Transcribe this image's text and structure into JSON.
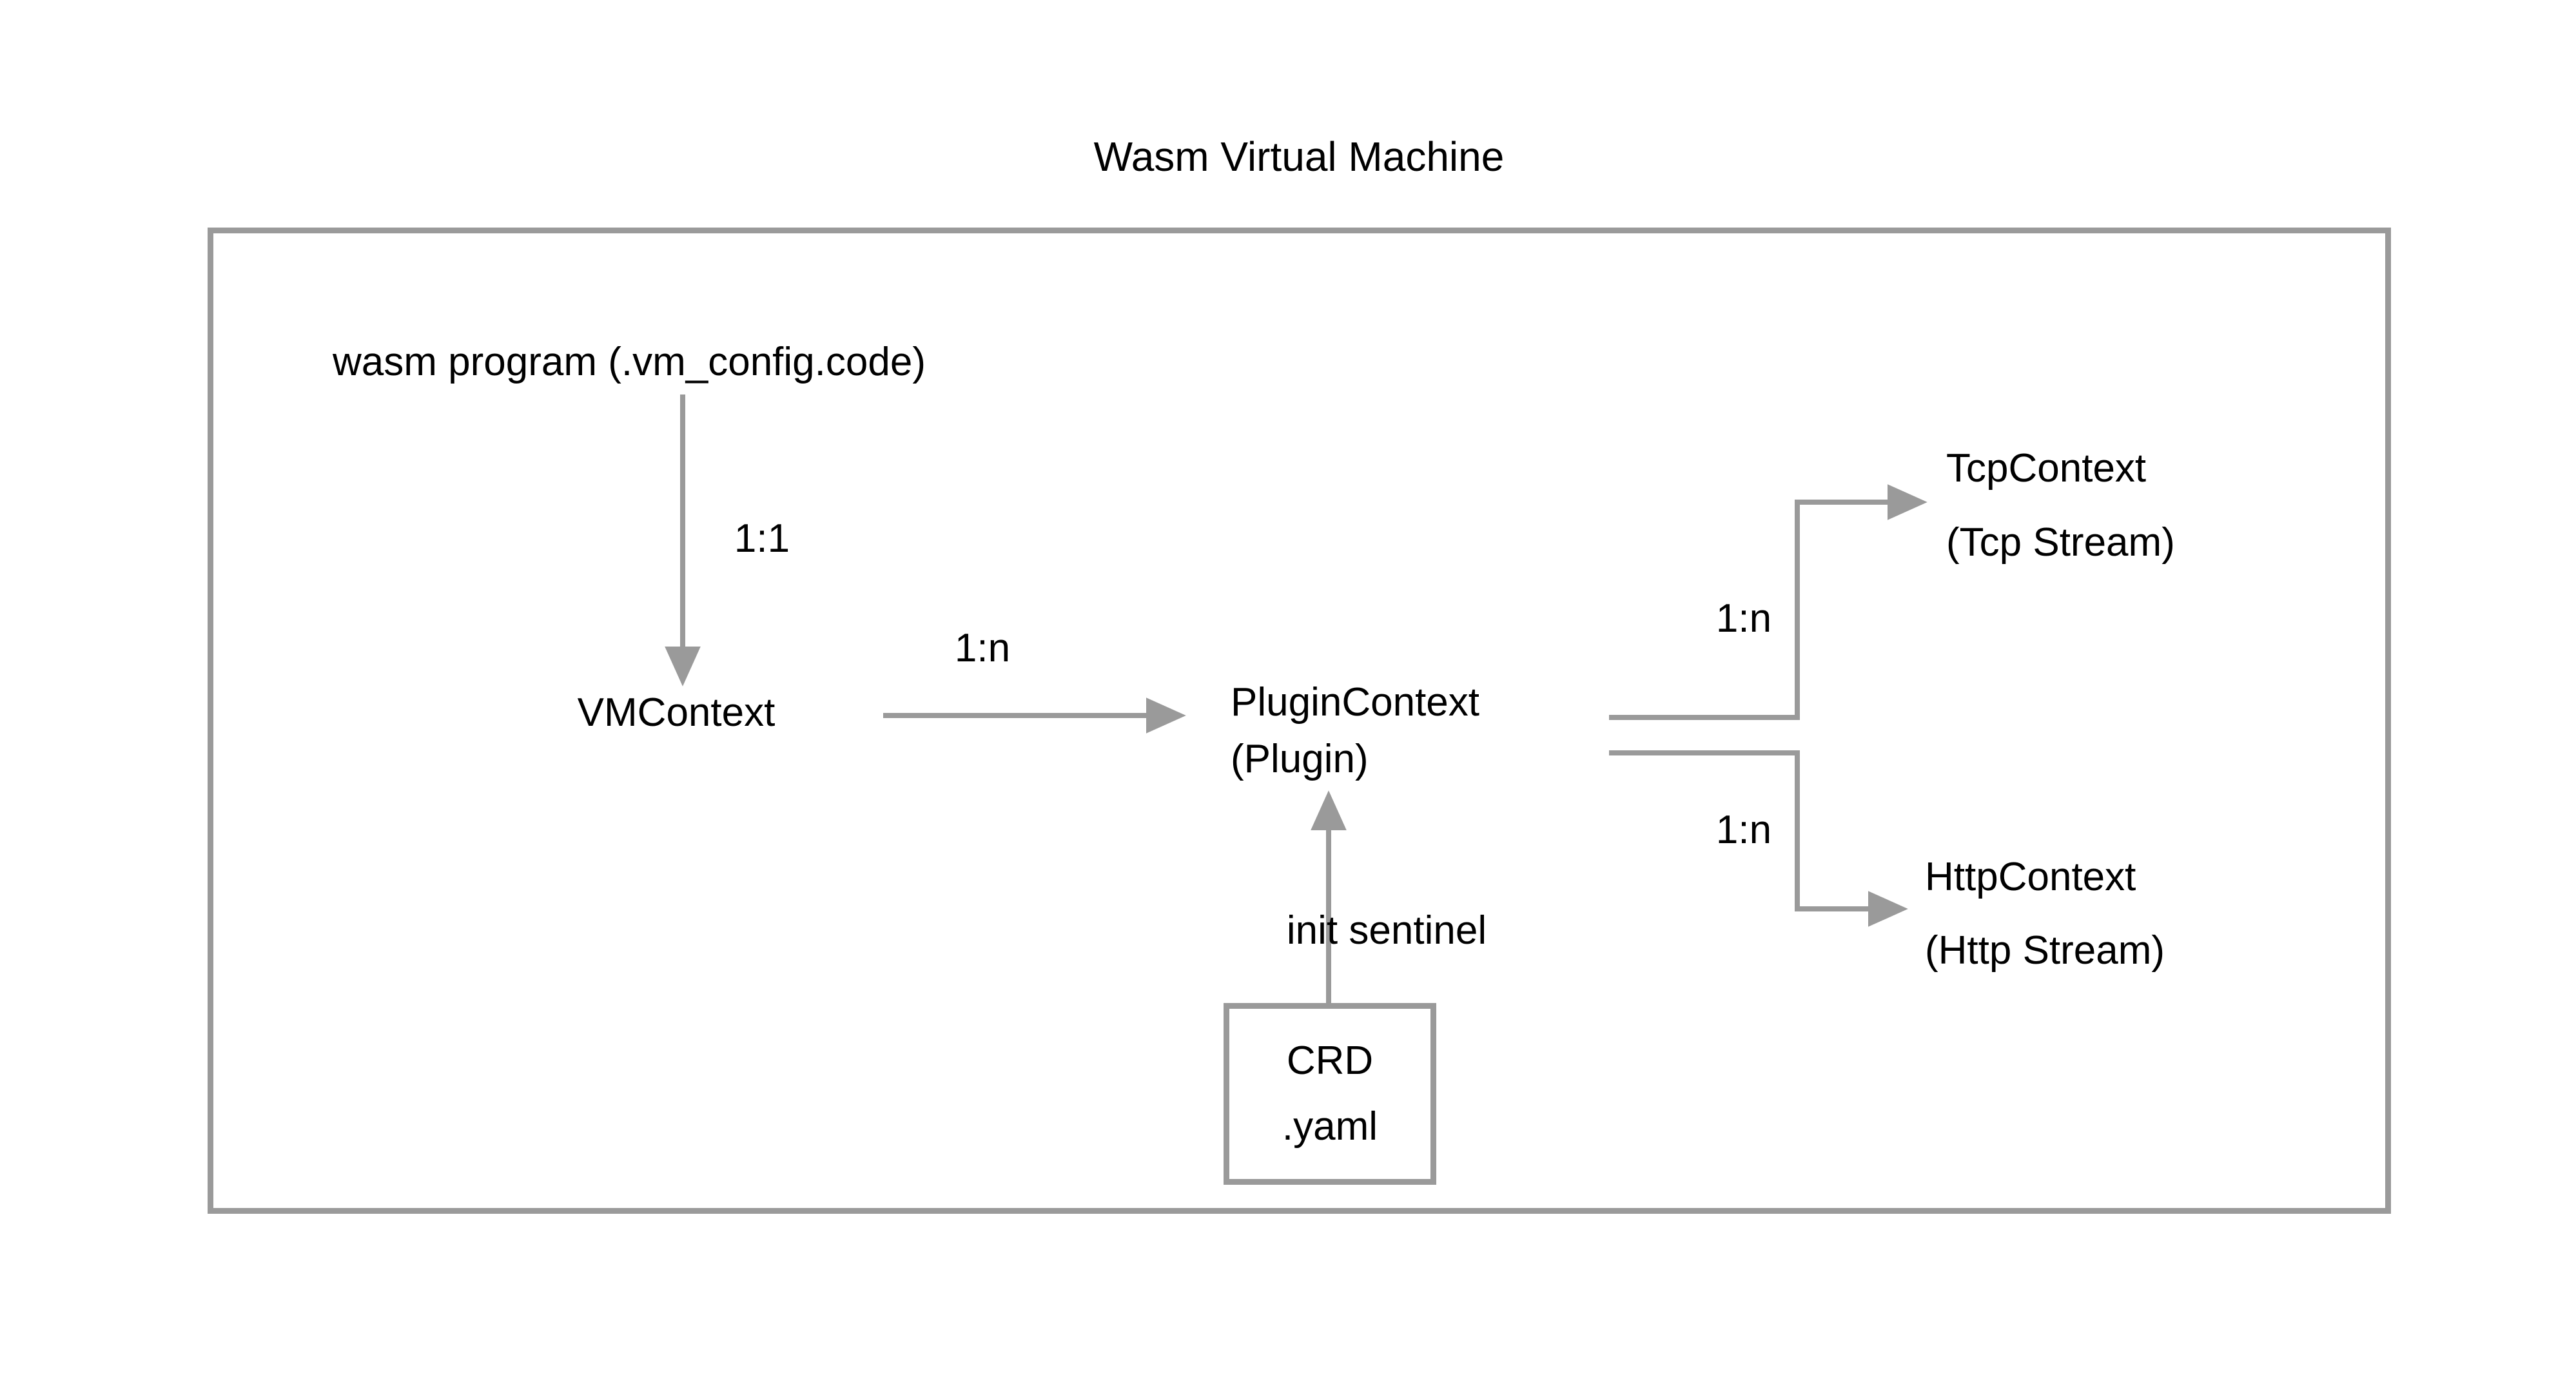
{
  "title": "Wasm Virtual Machine",
  "colors": {
    "line": "#9a9a9a",
    "text": "#000000",
    "background": "#ffffff"
  },
  "nodes": {
    "wasm_program": {
      "label": "wasm program (.vm_config.code)"
    },
    "vm_context": {
      "label": "VMContext"
    },
    "plugin_context": {
      "label": "PluginContext",
      "sublabel": "(Plugin)"
    },
    "tcp_context": {
      "label": "TcpContext",
      "sublabel": "(Tcp Stream)"
    },
    "http_context": {
      "label": "HttpContext",
      "sublabel": "(Http Stream)"
    },
    "crd": {
      "line1": "CRD",
      "line2": ".yaml"
    }
  },
  "edges": {
    "wasm_to_vm": {
      "label": "1:1"
    },
    "vm_to_plugin": {
      "label": "1:n"
    },
    "plugin_to_tcp": {
      "label": "1:n"
    },
    "plugin_to_http": {
      "label": "1:n"
    },
    "crd_to_plugin": {
      "label": "init sentinel"
    }
  }
}
